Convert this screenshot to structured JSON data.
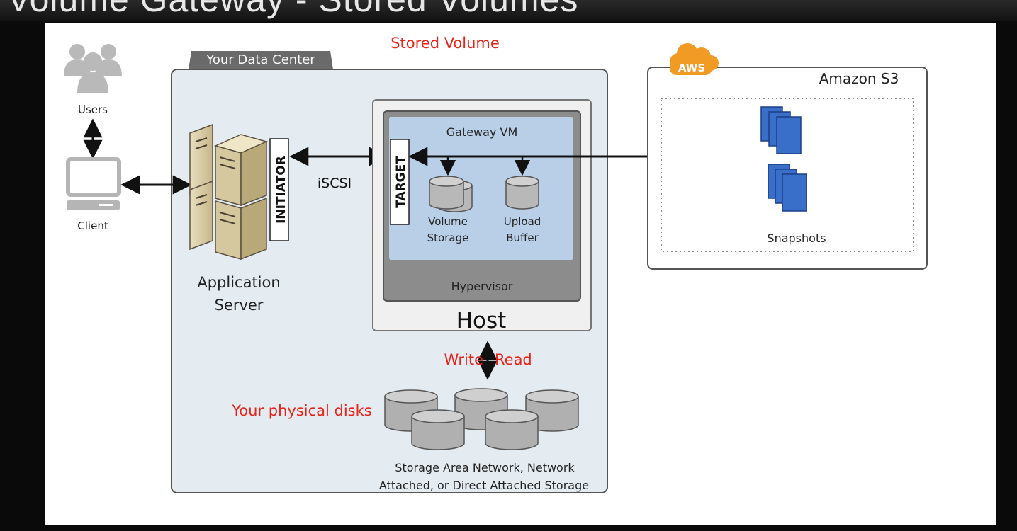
{
  "header": {
    "title": "Volume Gateway - Stored Volumes"
  },
  "diagram": {
    "title": "Stored Volume",
    "data_center_tab": "Your Data Center",
    "users_label": "Users",
    "client_label": "Client",
    "app_server_label_1": "Application",
    "app_server_label_2": "Server",
    "initiator_label": "INITIATOR",
    "protocol_label": "iSCSI",
    "target_label": "TARGET",
    "gateway_vm_label": "Gateway VM",
    "volume_storage_label_1": "Volume",
    "volume_storage_label_2": "Storage",
    "upload_buffer_label_1": "Upload",
    "upload_buffer_label_2": "Buffer",
    "hypervisor_label": "Hypervisor",
    "host_label": "Host",
    "write_label": "Write",
    "read_label": "Read",
    "physical_disks_label": "Your physical disks",
    "storage_label_1": "Storage Area Network, Network",
    "storage_label_2": "Attached, or Direct Attached Storage",
    "aws_badge": "AWS",
    "s3_label": "Amazon S3",
    "snapshots_label": "Snapshots"
  },
  "colors": {
    "annotation_red": "#e8231a",
    "data_center_fill": "#e4ebf1",
    "gateway_vm_fill": "#b9cfe8",
    "aws_orange": "#f29b24",
    "snapshot_blue": "#3a6fc9"
  }
}
